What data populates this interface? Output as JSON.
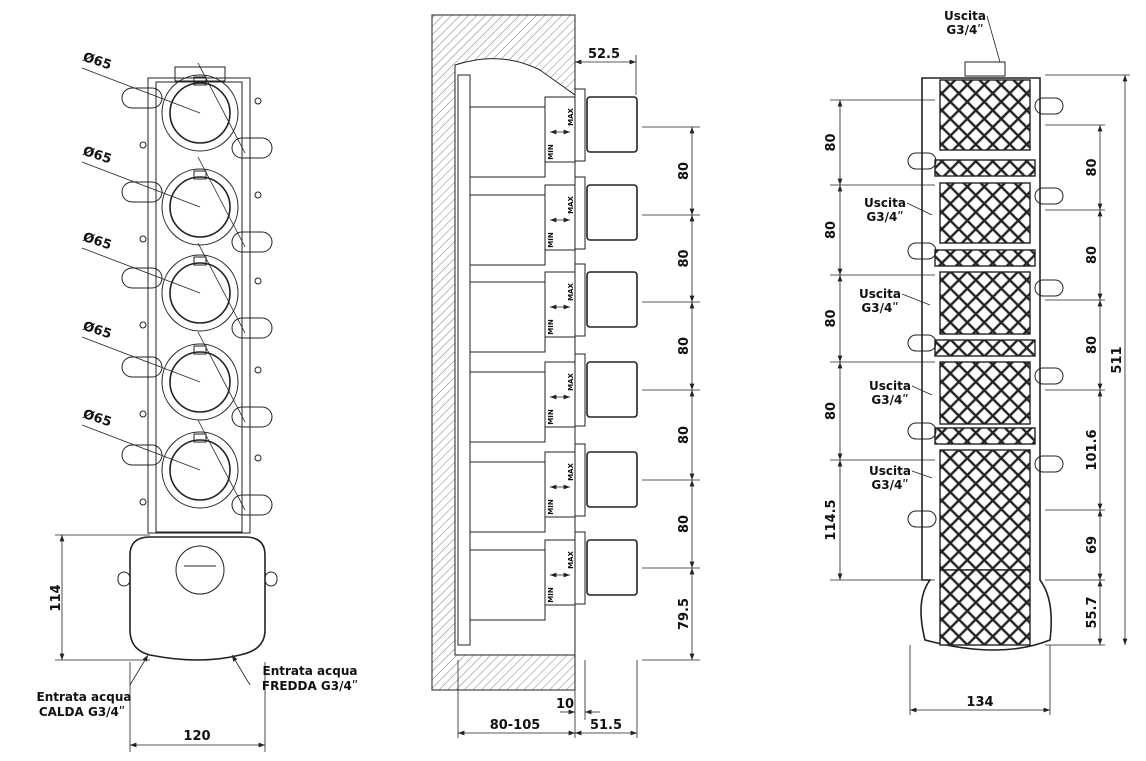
{
  "front_view": {
    "diameter_labels": [
      "Ø65",
      "Ø65",
      "Ø65",
      "Ø65",
      "Ø65"
    ],
    "dim_height_box": "114",
    "dim_width_box": "120",
    "inlet_hot": {
      "line1": "Entrata acqua",
      "line2": "CALDA G3/4ʺ"
    },
    "inlet_cold": {
      "line1": "Entrata acqua",
      "line2": "FREDDA G3/4ʺ"
    }
  },
  "side_view": {
    "dim_knob_depth": "52.5",
    "knob_labels": {
      "max": "MAX",
      "min": "MIN"
    },
    "spacing_labels": [
      "80",
      "80",
      "80",
      "80",
      "80",
      "79.5"
    ],
    "dim_wall": "10",
    "dim_depth": "80-105",
    "dim_protrusion": "51.5"
  },
  "rear_view": {
    "outlet_labels": [
      {
        "line1": "Uscita",
        "line2": "G3/4ʺ"
      },
      {
        "line1": "Uscita",
        "line2": "G3/4ʺ"
      },
      {
        "line1": "Uscita",
        "line2": "G3/4ʺ"
      },
      {
        "line1": "Uscita",
        "line2": "G3/4ʺ"
      },
      {
        "line1": "Uscita",
        "line2": "G3/4ʺ"
      }
    ],
    "left_dims": [
      "80",
      "80",
      "80",
      "80",
      "114.5"
    ],
    "right_dims": [
      "80",
      "80",
      "80",
      "101.6",
      "69",
      "55.7"
    ],
    "dim_total_height": "511",
    "dim_width": "134"
  }
}
